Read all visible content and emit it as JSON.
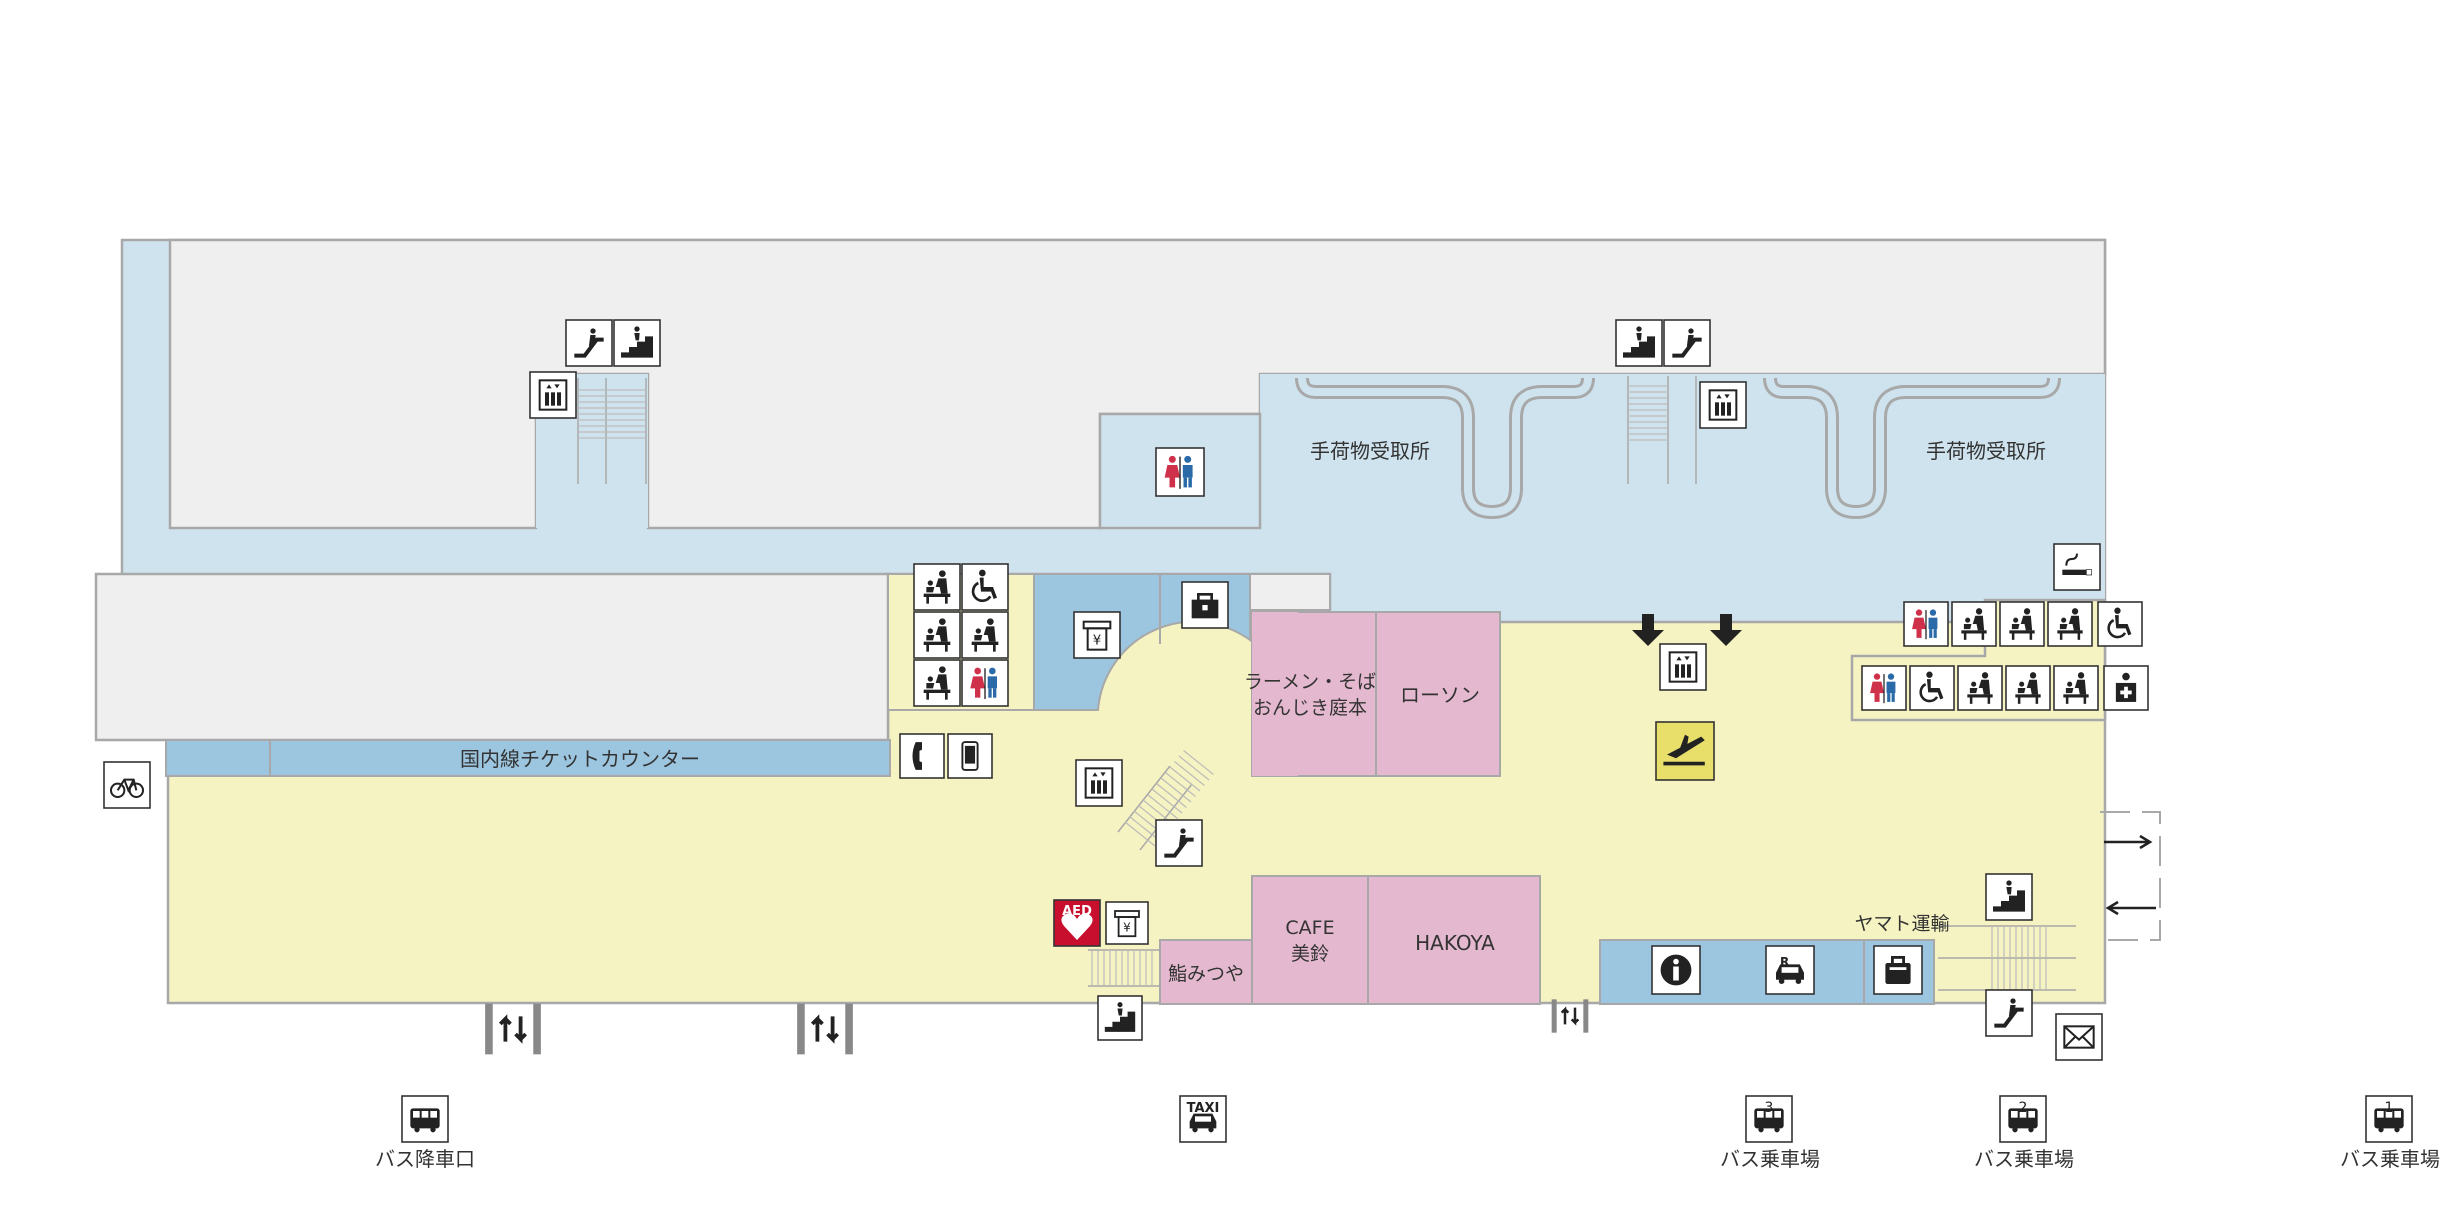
{
  "colors": {
    "background": "#ffffff",
    "restricted": "#efefef",
    "gate_area": "#cfe3ef",
    "counter": "#9cc6e0",
    "public_area": "#f6f3c2",
    "shop": "#e4b9cf",
    "outline": "#a8a8a8",
    "departure_sign": "#e8df6a",
    "aed": "#c8102e",
    "female": "#d0314a",
    "male": "#2a6aa8"
  },
  "areas": {
    "baggage_claim_left": "手荷物受取所",
    "baggage_claim_right": "手荷物受取所",
    "ticket_counter": "国内線チケットカウンター",
    "ramen": "ラーメン・そば\nおんじき庭本",
    "lawson": "ローソン",
    "cafe": "CAFE\n美鈴",
    "hakoya": "HAKOYA",
    "sushi": "鮨みつや",
    "yamato": "ヤマト運輸"
  },
  "icons": {
    "escalator": "escalator-icon",
    "stairs": "stairs-icon",
    "elevator": "elevator-icon",
    "restroom": "restroom-icon",
    "wheelchair": "wheelchair-icon",
    "baby_care": "baby-care-icon",
    "atm": "atm-icon",
    "locker": "locker-icon",
    "phone": "phone-icon",
    "smoking": "smoking-icon",
    "info": "information-icon",
    "departure": "departure-icon",
    "bicycle": "bicycle-icon",
    "mail": "mail-icon",
    "bus": "bus-icon",
    "taxi": "taxi-icon",
    "baggage": "baggage-icon",
    "rental_car": "rental-car-icon",
    "first_aid": "first-aid-icon",
    "entrance": "entrance-icon"
  },
  "badges": {
    "aed": "AED",
    "taxi": "TAXI",
    "rental": "R",
    "bus3": "3",
    "bus2": "2",
    "bus1": "1",
    "yen": "¥"
  },
  "bus_stops": {
    "drop_off": "バス降車口",
    "stop3": "バス乗車場",
    "stop2": "バス乗車場",
    "stop1": "バス乗車場"
  }
}
